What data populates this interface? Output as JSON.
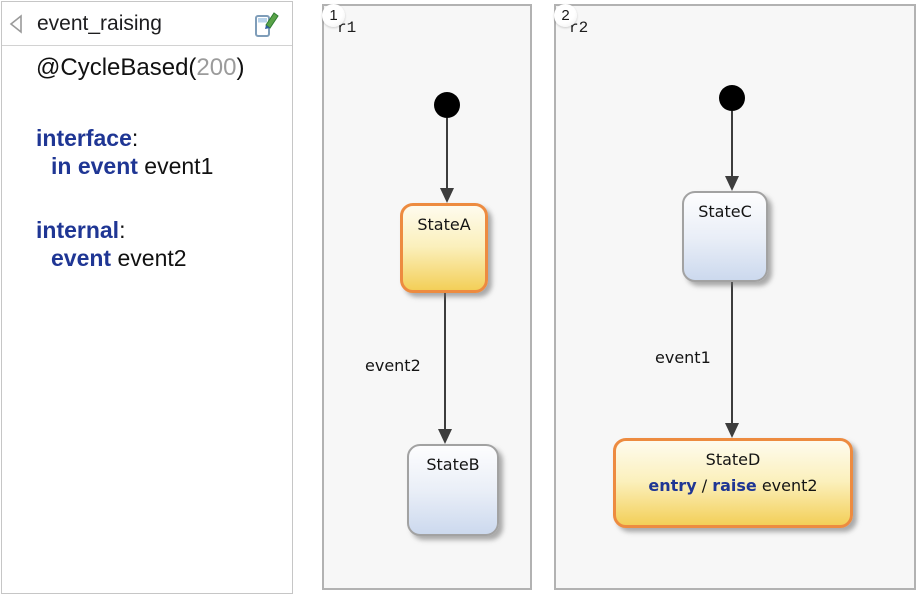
{
  "colors": {
    "keyword_blue": "#1f3694",
    "annotation_arg_gray": "#9b9b9b",
    "active_state_border_orange": "#ed8b40",
    "yellow_state_fill_bottom": "#f3cf58",
    "blue_state_fill_bottom": "#ccd9ee",
    "region_background": "#f7f7f7",
    "region_border_gray": "#b2b2b2",
    "transition_gray": "#3d3d3d"
  },
  "declaration": {
    "title": "event_raising",
    "collapse_icon": "triangle-left-outline",
    "edit_icon": "definition-section-with-green-pen",
    "annotation": {
      "open": "@CycleBased(",
      "value": "200",
      "close": ")"
    },
    "interface": {
      "keyword": "interface",
      "colon": ":"
    },
    "in_event": {
      "keyword": "in event",
      "name": " event1"
    },
    "internal": {
      "keyword": "internal",
      "colon": ":"
    },
    "internal_event": {
      "keyword": "event",
      "name": " event2"
    }
  },
  "regions": [
    {
      "priority": "1",
      "name": "r1",
      "states": [
        {
          "name": "StateA",
          "style": "yellow-active"
        },
        {
          "name": "StateB",
          "style": "blue-normal"
        }
      ],
      "transitions": [
        {
          "from": "initial",
          "to": "StateA",
          "label": ""
        },
        {
          "from": "StateA",
          "to": "StateB",
          "label": "event2"
        }
      ]
    },
    {
      "priority": "2",
      "name": "r2",
      "states": [
        {
          "name": "StateC",
          "style": "blue-normal"
        },
        {
          "name": "StateD",
          "style": "yellow-active",
          "behavior": {
            "entry_keyword": "entry",
            "separator": " / ",
            "raise_keyword": "raise",
            "event": " event2"
          }
        }
      ],
      "transitions": [
        {
          "from": "initial",
          "to": "StateC",
          "label": ""
        },
        {
          "from": "StateC",
          "to": "StateD",
          "label": "event1"
        }
      ]
    }
  ]
}
